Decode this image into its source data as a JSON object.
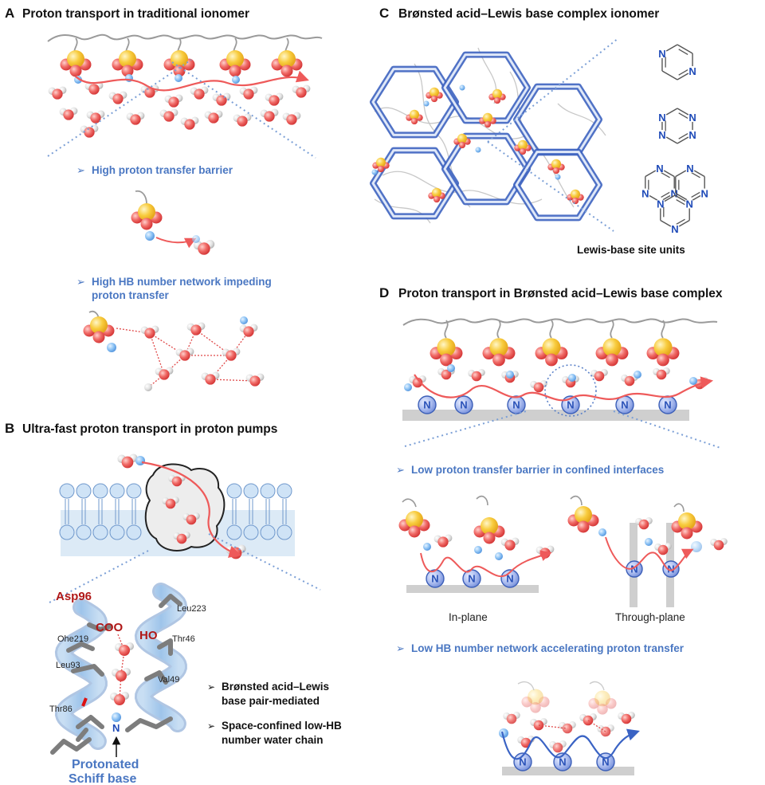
{
  "panelA": {
    "letter": "A",
    "title": "Proton transport in traditional ionomer",
    "bullet1": "High proton transfer barrier",
    "bullet2_line1": "High HB number network impeding",
    "bullet2_line2": "proton transfer"
  },
  "panelB": {
    "letter": "B",
    "title": "Ultra-fast proton transport in proton pumps",
    "residues": {
      "asp96": "Asp96",
      "coo": "COO",
      "ho": "HO",
      "leu223": "Leu223",
      "ohe219": "Ohe219",
      "thr46": "Thr46",
      "leu93": "Leu93",
      "val49": "Val49",
      "thr86": "Thr86",
      "n": "N"
    },
    "schiff_line1": "Protonated",
    "schiff_line2": "Schiff base",
    "bullet1_line1": "Brønsted acid–Lewis",
    "bullet1_line2": "base  pair-mediated",
    "bullet2_line1": "Space-confined low-HB",
    "bullet2_line2": "number water chain"
  },
  "panelC": {
    "letter": "C",
    "title": "Brønsted acid–Lewis base complex ionomer",
    "n": "N",
    "site_label": "Lewis-base site units"
  },
  "panelD": {
    "letter": "D",
    "title": "Proton transport in Brønsted acid–Lewis base complex",
    "n": "N",
    "bullet1": "Low proton transfer barrier in confined interfaces",
    "label_inplane": "In-plane",
    "label_throughplane": "Through-plane",
    "bullet2": "Low HB number network accelerating proton transfer"
  },
  "colors": {
    "blue_text": "#4a77c2",
    "oxygen": "#e8504f",
    "sulfur": "#f6c231",
    "hydrogen": "#e0e0e0",
    "proton": "#7fb6ef",
    "arrow": "#ee5a5a",
    "n_site": "#4a6fc4",
    "residue_red": "#b01818"
  }
}
